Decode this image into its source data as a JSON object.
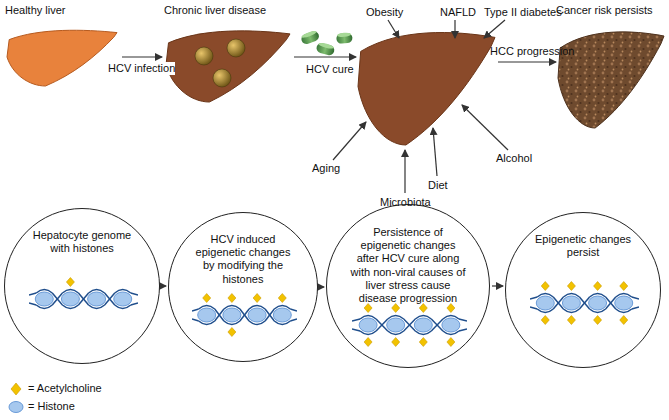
{
  "diagram": {
    "nodes": [
      {
        "text": [
          "Healthy liver"
        ]
      },
      {
        "text": [
          "Chronic liver disease"
        ]
      },
      {
        "text": [
          "Cancer risk persists"
        ]
      },
      {
        "text": [
          "Hepatocyte genome with histones"
        ]
      },
      {
        "text": [
          "HCV induced epigenetic changes by modifying the histones"
        ]
      },
      {
        "text": [
          "Persistence of epigenetic changes after HCV cure along with non-viral causes of liver stress cause disease progression"
        ]
      },
      {
        "text": [
          "Epigenetic changes persist"
        ]
      }
    ],
    "edges": [
      {
        "from": 0,
        "to": 1,
        "label": "HCV infection",
        "arrow": "to"
      },
      {
        "from": 3,
        "to": 4,
        "arrow": "to"
      },
      {
        "from": 4,
        "to": 5,
        "arrow": "to"
      },
      {
        "from": 5,
        "to": 6,
        "arrow": "to"
      }
    ],
    "labels": [
      "HCV cure",
      "HCC progression",
      "Obesity",
      "NAFLD",
      "Type II diabetes",
      "Alcohol",
      "Diet",
      "Microbiota",
      "Aging"
    ],
    "legend": [
      {
        "text": "= Acetylcholine"
      },
      {
        "text": "= Histone"
      }
    ]
  }
}
